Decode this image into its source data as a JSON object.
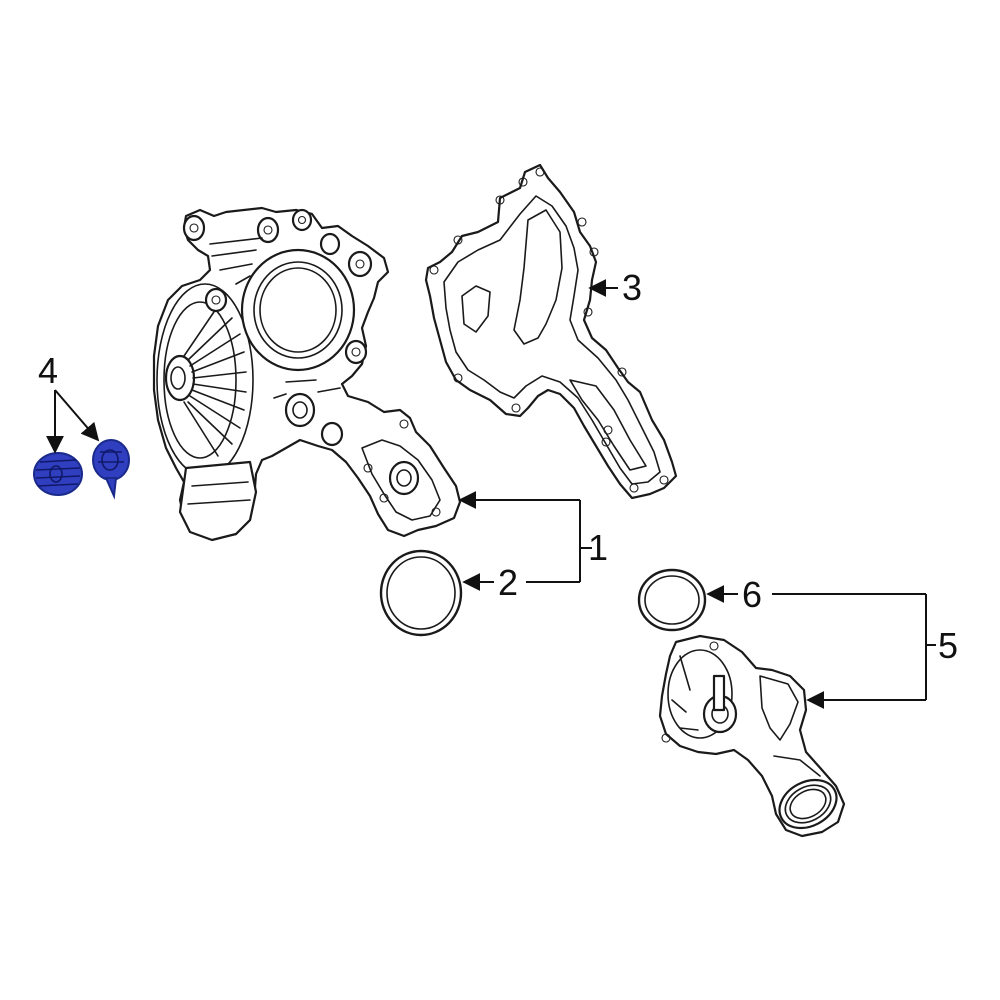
{
  "colors": {
    "highlight": "#2f3fbf",
    "highlight_stroke": "#1a2a8a",
    "line": "#1a1a1a",
    "background": "#ffffff"
  },
  "callouts": [
    {
      "id": "1",
      "label": "1"
    },
    {
      "id": "2",
      "label": "2"
    },
    {
      "id": "3",
      "label": "3"
    },
    {
      "id": "4",
      "label": "4"
    },
    {
      "id": "5",
      "label": "5"
    },
    {
      "id": "6",
      "label": "6"
    }
  ]
}
